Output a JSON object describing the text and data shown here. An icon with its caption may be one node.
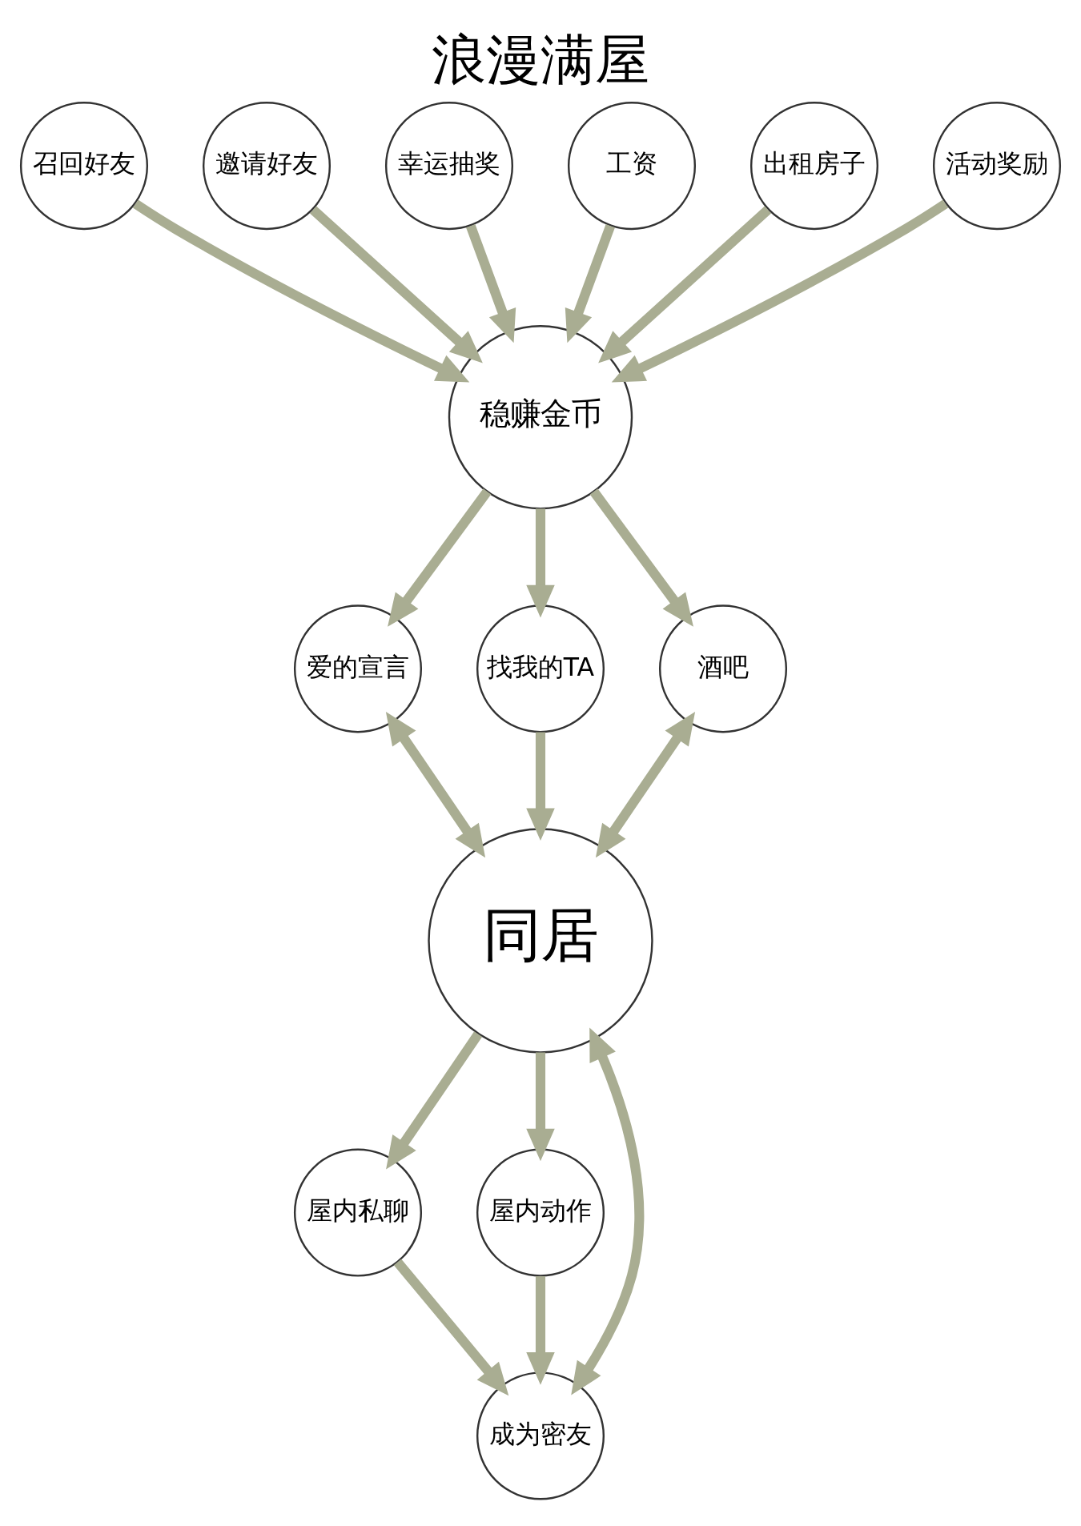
{
  "diagram": {
    "title": "浪漫满屋",
    "nodes": [
      {
        "text": [
          "召回好友"
        ]
      },
      {
        "text": [
          "邀请好友"
        ]
      },
      {
        "text": [
          "幸运抽奖"
        ]
      },
      {
        "text": [
          "工资"
        ]
      },
      {
        "text": [
          "出租房子"
        ]
      },
      {
        "text": [
          "活动奖励"
        ]
      },
      {
        "text": [
          "稳赚金币"
        ]
      },
      {
        "text": [
          "爱的宣言"
        ]
      },
      {
        "text": [
          "找我的TA"
        ]
      },
      {
        "text": [
          "酒吧"
        ]
      },
      {
        "text": [
          "同居"
        ]
      },
      {
        "text": [
          "屋内私聊"
        ]
      },
      {
        "text": [
          "屋内动作"
        ]
      },
      {
        "text": [
          "成为密友"
        ]
      }
    ],
    "edges": [
      {
        "from": 0,
        "to": 6,
        "arrow": "to"
      },
      {
        "from": 1,
        "to": 6,
        "arrow": "to"
      },
      {
        "from": 2,
        "to": 6,
        "arrow": "to"
      },
      {
        "from": 3,
        "to": 6,
        "arrow": "to"
      },
      {
        "from": 4,
        "to": 6,
        "arrow": "to"
      },
      {
        "from": 5,
        "to": 6,
        "arrow": "to"
      },
      {
        "from": 6,
        "to": 7,
        "arrow": "to"
      },
      {
        "from": 6,
        "to": 8,
        "arrow": "to"
      },
      {
        "from": 6,
        "to": 9,
        "arrow": "to"
      },
      {
        "from": 7,
        "to": 10,
        "arrow": "both"
      },
      {
        "from": 8,
        "to": 10,
        "arrow": "to"
      },
      {
        "from": 9,
        "to": 10,
        "arrow": "both"
      },
      {
        "from": 10,
        "to": 11,
        "arrow": "to"
      },
      {
        "from": 10,
        "to": 12,
        "arrow": "to"
      },
      {
        "from": 10,
        "to": 13,
        "arrow": "both"
      },
      {
        "from": 11,
        "to": 13,
        "arrow": "to"
      },
      {
        "from": 12,
        "to": 13,
        "arrow": "to"
      }
    ]
  }
}
